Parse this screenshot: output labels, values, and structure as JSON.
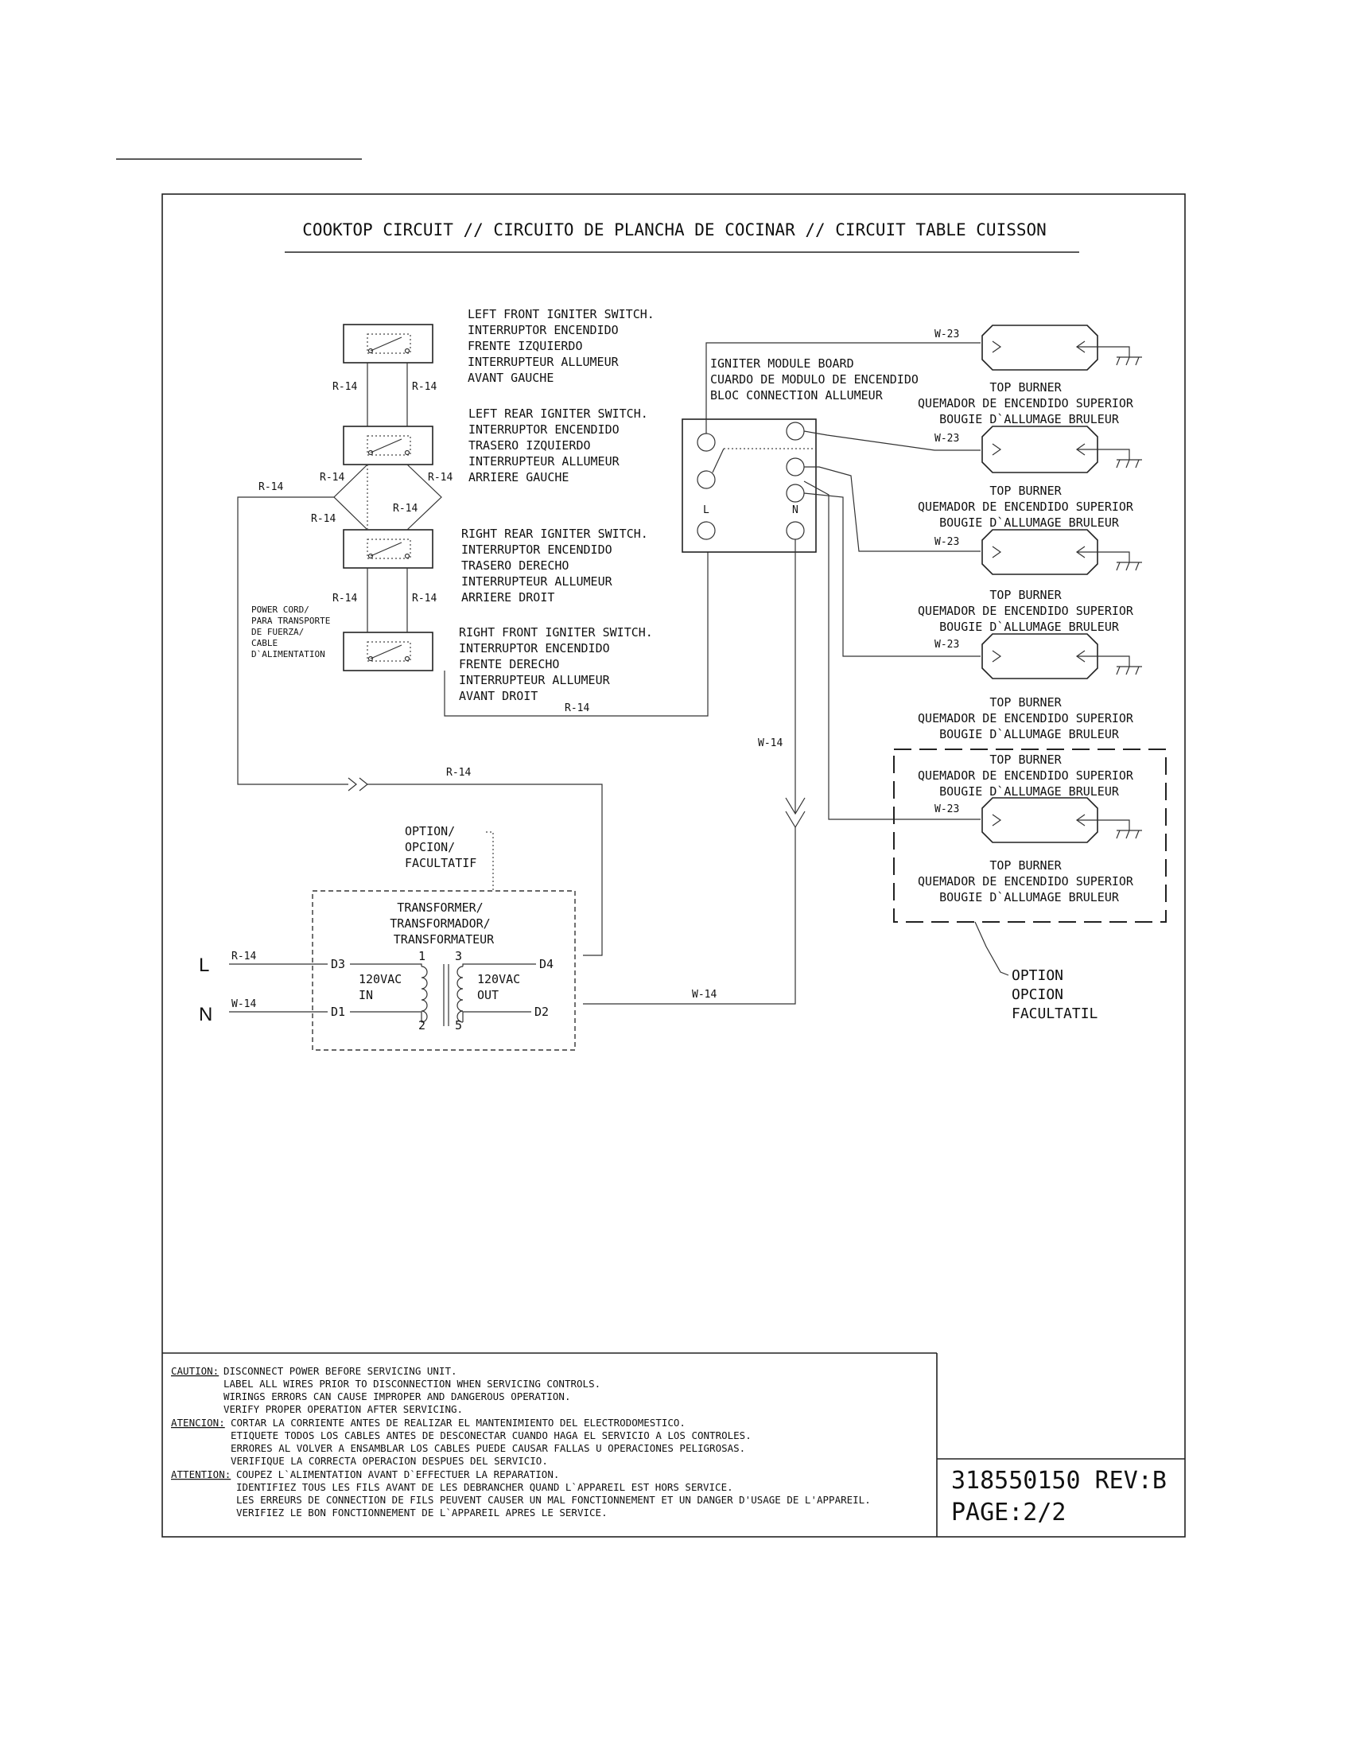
{
  "title": "COOKTOP CIRCUIT // CIRCUITO DE PLANCHA DE COCINAR // CIRCUIT TABLE CUISSON",
  "switches": [
    {
      "lines": [
        "LEFT FRONT IGNITER SWITCH.",
        "INTERRUPTOR  ENCENDIDO",
        "FRENTE IZQUIERDO",
        "INTERRUPTEUR ALLUMEUR",
        "AVANT GAUCHE"
      ]
    },
    {
      "lines": [
        "LEFT REAR IGNITER SWITCH.",
        "INTERRUPTOR ENCENDIDO",
        "TRASERO IZQUIERDO",
        "INTERRUPTEUR ALLUMEUR",
        "ARRIERE GAUCHE"
      ]
    },
    {
      "lines": [
        "RIGHT REAR IGNITER SWITCH.",
        "INTERRUPTOR ENCENDIDO",
        "TRASERO DERECHO",
        "INTERRUPTEUR ALLUMEUR",
        "ARRIERE DROIT"
      ]
    },
    {
      "lines": [
        "RIGHT FRONT IGNITER SWITCH.",
        "INTERRUPTOR  ENCENDIDO",
        "FRENTE DERECHO",
        "INTERRUPTEUR ALLUMEUR",
        "AVANT DROIT"
      ]
    }
  ],
  "wire_labels": {
    "r14": "R-14",
    "w14": "W-14",
    "w23": "W-23"
  },
  "module": {
    "lines": [
      "IGNITER MODULE BOARD",
      "CUARDO DE MODULO DE ENCENDIDO",
      "BLOC CONNECTION ALLUMEUR"
    ],
    "l_label": "L",
    "n_label": "N"
  },
  "power_cord": [
    "POWER CORD/",
    "PARA TRANSPORTE",
    "DE FUERZA/",
    "CABLE",
    "D`ALIMENTATION"
  ],
  "burner": [
    "TOP BURNER",
    "QUEMADOR DE ENCENDIDO SUPERIOR",
    "BOUGIE D`ALLUMAGE BRULEUR"
  ],
  "option_transformer": [
    "OPTION/",
    "OPCION/",
    "FACULTATIF"
  ],
  "option_burner": [
    "OPTION",
    "OPCION",
    "FACULTATIL"
  ],
  "transformer": {
    "lines": [
      "TRANSFORMER/",
      "TRANSFORMADOR/",
      "TRANSFORMATEUR"
    ],
    "in_label": [
      "120VAC",
      "IN"
    ],
    "out_label": [
      "120VAC",
      "OUT"
    ],
    "pins": {
      "p1": "1",
      "p2": "2",
      "p3": "3",
      "p5": "5",
      "d1": "D1",
      "d2": "D2",
      "d3": "D3",
      "d4": "D4"
    }
  },
  "line_label": "L",
  "neutral_label": "N",
  "caution": {
    "caution_head": "CAUTION:",
    "caution_lines": [
      "DISCONNECT POWER BEFORE SERVICING UNIT.",
      "LABEL ALL WIRES PRIOR TO DISCONNECTION WHEN SERVICING CONTROLS.",
      "WIRINGS ERRORS CAN CAUSE IMPROPER AND DANGEROUS OPERATION.",
      "VERIFY PROPER OPERATION AFTER SERVICING."
    ],
    "atencion_head": "ATENCION:",
    "atencion_lines": [
      "CORTAR LA CORRIENTE ANTES DE REALIZAR EL MANTENIMIENTO DEL ELECTRODOMESTICO.",
      "ETIQUETE TODOS LOS CABLES ANTES DE DESCONECTAR CUANDO HAGA EL SERVICIO A LOS CONTROLES.",
      "ERRORES AL VOLVER A ENSAMBLAR LOS CABLES PUEDE CAUSAR FALLAS U OPERACIONES PELIGROSAS.",
      "VERIFIQUE LA CORRECTA OPERACION DESPUES DEL SERVICIO."
    ],
    "attention_head": "ATTENTION:",
    "attention_lines": [
      "COUPEZ L`ALIMENTATION AVANT D`EFFECTUER LA REPARATION.",
      "IDENTIFIEZ TOUS LES FILS AVANT DE LES DEBRANCHER QUAND L`APPAREIL EST HORS SERVICE.",
      "LES ERREURS DE CONNECTION DE FILS PEUVENT CAUSER UN MAL FONCTIONNEMENT ET UN DANGER D'USAGE DE L'APPAREIL.",
      "VERIFIEZ LE BON FONCTIONNEMENT DE L`APPAREIL APRES LE SERVICE."
    ]
  },
  "part_number": "318550150 REV:B",
  "page": "PAGE:2/2"
}
